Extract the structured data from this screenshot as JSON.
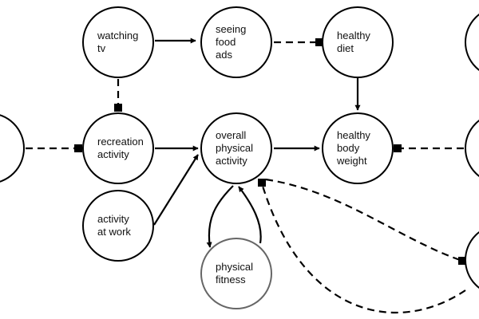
{
  "nodes": [
    {
      "id": "left-partial",
      "lines": []
    },
    {
      "id": "watching-tv",
      "lines": [
        "watching",
        "tv"
      ]
    },
    {
      "id": "seeing-food-ads",
      "lines": [
        "seeing",
        "food",
        "ads"
      ]
    },
    {
      "id": "healthy-diet",
      "lines": [
        "healthy",
        "diet"
      ]
    },
    {
      "id": "right-top-partial",
      "lines": []
    },
    {
      "id": "recreation-activity",
      "lines": [
        "recreation",
        "activity"
      ]
    },
    {
      "id": "overall-physical-activity",
      "lines": [
        "overall",
        "physical",
        "activity"
      ]
    },
    {
      "id": "healthy-body-weight",
      "lines": [
        "healthy",
        "body",
        "weight"
      ]
    },
    {
      "id": "right-mid-partial",
      "lines": []
    },
    {
      "id": "activity-at-work",
      "lines": [
        "activity",
        "at work"
      ]
    },
    {
      "id": "physical-fitness",
      "lines": [
        "physical",
        "fitness"
      ]
    },
    {
      "id": "right-bottom-partial",
      "lines": []
    }
  ],
  "edges": [
    {
      "id": "tv-to-food-ads",
      "from": "watching-tv",
      "to": "seeing-food-ads",
      "style": "solid",
      "head": "arrow"
    },
    {
      "id": "food-ads-to-diet",
      "from": "seeing-food-ads",
      "to": "healthy-diet",
      "style": "dashed",
      "head": "square"
    },
    {
      "id": "tv-to-recreation",
      "from": "watching-tv",
      "to": "recreation-activity",
      "style": "dashed",
      "head": "square"
    },
    {
      "id": "diet-to-weight",
      "from": "healthy-diet",
      "to": "healthy-body-weight",
      "style": "solid",
      "head": "arrow"
    },
    {
      "id": "left-to-recreation",
      "from": "left-partial",
      "to": "recreation-activity",
      "style": "dashed",
      "head": "square"
    },
    {
      "id": "recreation-to-overall",
      "from": "recreation-activity",
      "to": "overall-physical-activity",
      "style": "solid",
      "head": "arrow"
    },
    {
      "id": "work-to-overall",
      "from": "activity-at-work",
      "to": "overall-physical-activity",
      "style": "solid",
      "head": "arrow"
    },
    {
      "id": "overall-to-weight",
      "from": "overall-physical-activity",
      "to": "healthy-body-weight",
      "style": "solid",
      "head": "arrow"
    },
    {
      "id": "right-to-weight",
      "from": "right-mid-partial",
      "to": "healthy-body-weight",
      "style": "dashed",
      "head": "square"
    },
    {
      "id": "overall-to-fitness",
      "from": "overall-physical-activity",
      "to": "physical-fitness",
      "style": "solid",
      "head": "arrow"
    },
    {
      "id": "fitness-to-overall",
      "from": "physical-fitness",
      "to": "overall-physical-activity",
      "style": "solid",
      "head": "arrow"
    },
    {
      "id": "right-bottom-to-overall",
      "from": "right-bottom-partial",
      "to": "overall-physical-activity",
      "style": "dashed",
      "head": "square"
    },
    {
      "id": "overall-to-right-bottom",
      "from": "overall-physical-activity",
      "to": "right-bottom-partial",
      "style": "dashed",
      "head": "square"
    }
  ]
}
